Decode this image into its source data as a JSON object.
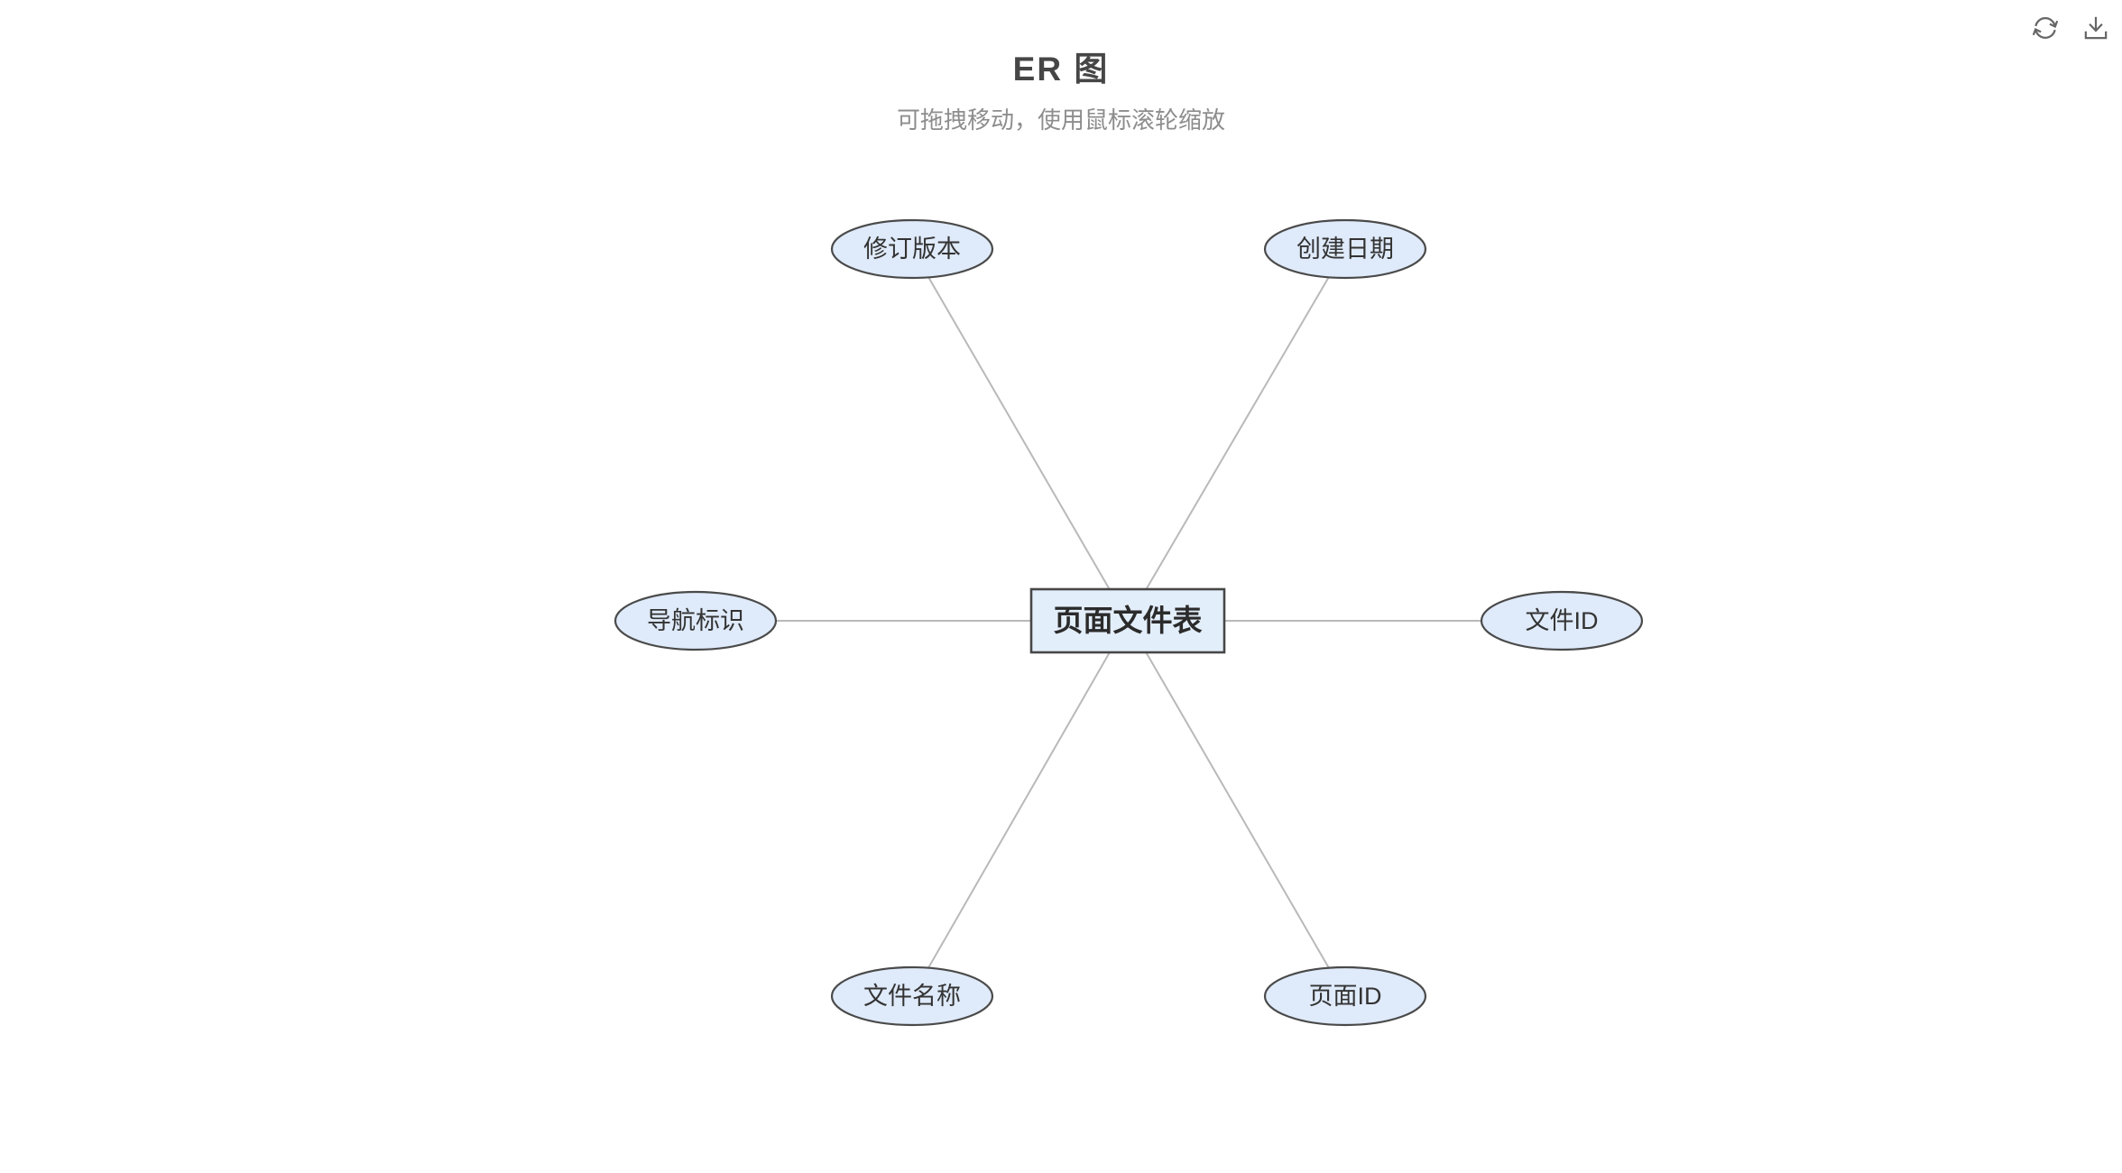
{
  "header": {
    "title": "ER 图",
    "subtitle": "可拖拽移动，使用鼠标滚轮缩放"
  },
  "toolbar": {
    "icons": [
      {
        "name": "refresh-icon",
        "meaning": "还原 / restore view"
      },
      {
        "name": "download-icon",
        "meaning": "保存为图片 / save as image"
      }
    ]
  },
  "diagram": {
    "type": "er-graph",
    "entity": {
      "label": "页面文件表",
      "shape": "rectangle"
    },
    "attributes": [
      {
        "label": "修订版本",
        "shape": "ellipse",
        "position": "top-left"
      },
      {
        "label": "创建日期",
        "shape": "ellipse",
        "position": "top-right"
      },
      {
        "label": "导航标识",
        "shape": "ellipse",
        "position": "left"
      },
      {
        "label": "文件ID",
        "shape": "ellipse",
        "position": "right"
      },
      {
        "label": "文件名称",
        "shape": "ellipse",
        "position": "bottom-left"
      },
      {
        "label": "页面ID",
        "shape": "ellipse",
        "position": "bottom-right"
      }
    ],
    "edges": [
      {
        "from": "页面文件表",
        "to": "修订版本"
      },
      {
        "from": "页面文件表",
        "to": "创建日期"
      },
      {
        "from": "页面文件表",
        "to": "导航标识"
      },
      {
        "from": "页面文件表",
        "to": "文件ID"
      },
      {
        "from": "页面文件表",
        "to": "文件名称"
      },
      {
        "from": "页面文件表",
        "to": "页面ID"
      }
    ],
    "colors": {
      "node_fill": "#dfeafa",
      "node_border": "#4a4a4a",
      "edge": "#b9b9b9",
      "node_text": "#333333",
      "title_text": "#464646",
      "subtitle_text": "#8d8d8d",
      "icon": "#666666",
      "background": "#ffffff"
    }
  }
}
